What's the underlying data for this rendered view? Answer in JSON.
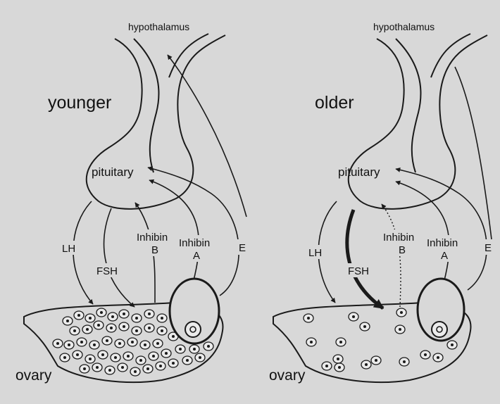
{
  "colors": {
    "background": "#d8d8d8",
    "ink": "#1a1a1a",
    "follicle_fill": "#ebebeb"
  },
  "panels": [
    {
      "id": "younger",
      "title": "younger",
      "hypothalamus": "hypothalamus",
      "pituitary": "pituitary",
      "ovary": "ovary",
      "lh": "LH",
      "fsh": "FSH",
      "inhibin_b": [
        "Inhibin",
        "B"
      ],
      "inhibin_a": [
        "Inhibin",
        "A"
      ],
      "e": "E",
      "fsh_signal": "normal",
      "inhibin_b_signal": "normal",
      "follicle_density": "many"
    },
    {
      "id": "older",
      "title": "older",
      "hypothalamus": "hypothalamus",
      "pituitary": "pituitary",
      "ovary": "ovary",
      "lh": "LH",
      "fsh": "FSH",
      "inhibin_b": [
        "Inhibin",
        "B"
      ],
      "inhibin_a": [
        "Inhibin",
        "A"
      ],
      "e": "E",
      "fsh_signal": "increased",
      "inhibin_b_signal": "reduced",
      "follicle_density": "few"
    }
  ]
}
